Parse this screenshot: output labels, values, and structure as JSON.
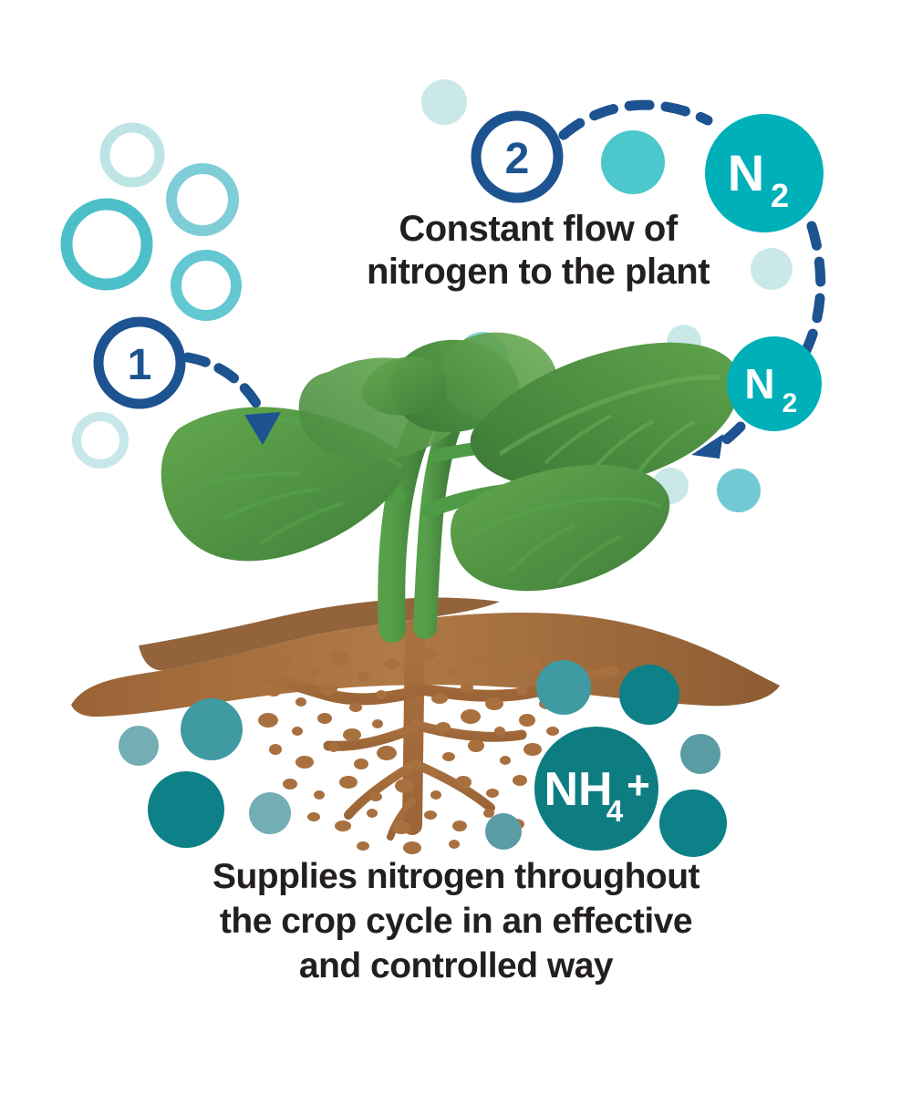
{
  "infographic": {
    "title": "Constant flow of nitrogen to the plant",
    "headline": "Constant flow of\nnitrogen to the plant",
    "caption": "Supplies nitrogen throughout\nthe crop cycle in an effective\nand controlled way"
  },
  "steps": [
    {
      "number": "1",
      "name": "step-marker-1"
    },
    {
      "number": "2",
      "name": "step-marker-2"
    }
  ],
  "molecules": [
    {
      "formula": "N",
      "subscript": "2",
      "charge": "",
      "label": "N2",
      "role": "nitrogen-gas-large"
    },
    {
      "formula": "N",
      "subscript": "2",
      "charge": "",
      "label": "N2",
      "role": "nitrogen-gas-small"
    },
    {
      "formula": "NH",
      "subscript": "4",
      "charge": "+",
      "label": "NH4+",
      "role": "ammonium-soil"
    }
  ],
  "colors": {
    "text": "#231f20",
    "navy": "#1c5390",
    "teal_bright": "#00b0b9",
    "teal_mid": "#4cc8cd",
    "teal_light": "#8ed4dc",
    "teal_pale": "#cbe8e8",
    "teal_deep": "#0d7d82",
    "teal_muted": "#5a9ca3",
    "soil_brown": "#a9703f",
    "leaf_green": "#4f9b45",
    "leaf_green_dark": "#3f7f3a",
    "stem_green": "#4f9b45",
    "background": "#ffffff"
  },
  "illustration": {
    "plant": "leafy-green-crop-plant",
    "soil": "soil-surface-band",
    "roots": "root-system-with-granules"
  }
}
